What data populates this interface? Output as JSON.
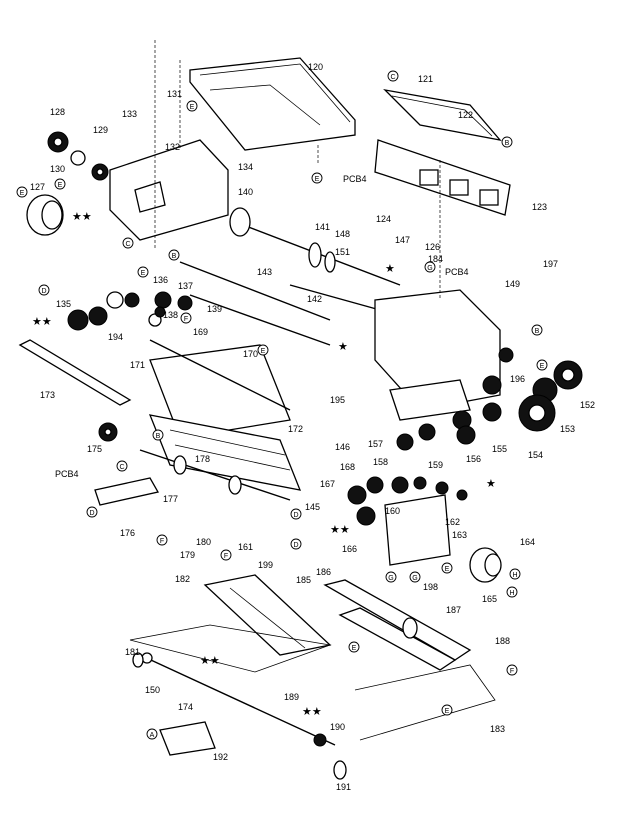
{
  "diagram": {
    "part_numbers": [
      "120",
      "121",
      "122",
      "123",
      "124",
      "126",
      "127",
      "128",
      "129",
      "130",
      "131",
      "132",
      "133",
      "134",
      "135",
      "136",
      "137",
      "138",
      "139",
      "140",
      "141",
      "142",
      "143",
      "145",
      "146",
      "147",
      "148",
      "149",
      "150",
      "151",
      "152",
      "153",
      "154",
      "155",
      "156",
      "157",
      "158",
      "159",
      "160",
      "161",
      "162",
      "163",
      "164",
      "165",
      "166",
      "167",
      "168",
      "169",
      "170",
      "171",
      "172",
      "173",
      "174",
      "175",
      "176",
      "177",
      "178",
      "179",
      "180",
      "181",
      "182",
      "183",
      "184",
      "185",
      "186",
      "187",
      "188",
      "189",
      "190",
      "191",
      "192",
      "194",
      "195",
      "196",
      "197",
      "198",
      "199"
    ],
    "board_label": "PCB4",
    "circled_refs": [
      "A",
      "B",
      "C",
      "D",
      "E",
      "F",
      "G",
      "H"
    ],
    "special_marks": [
      "★",
      "★★"
    ]
  }
}
